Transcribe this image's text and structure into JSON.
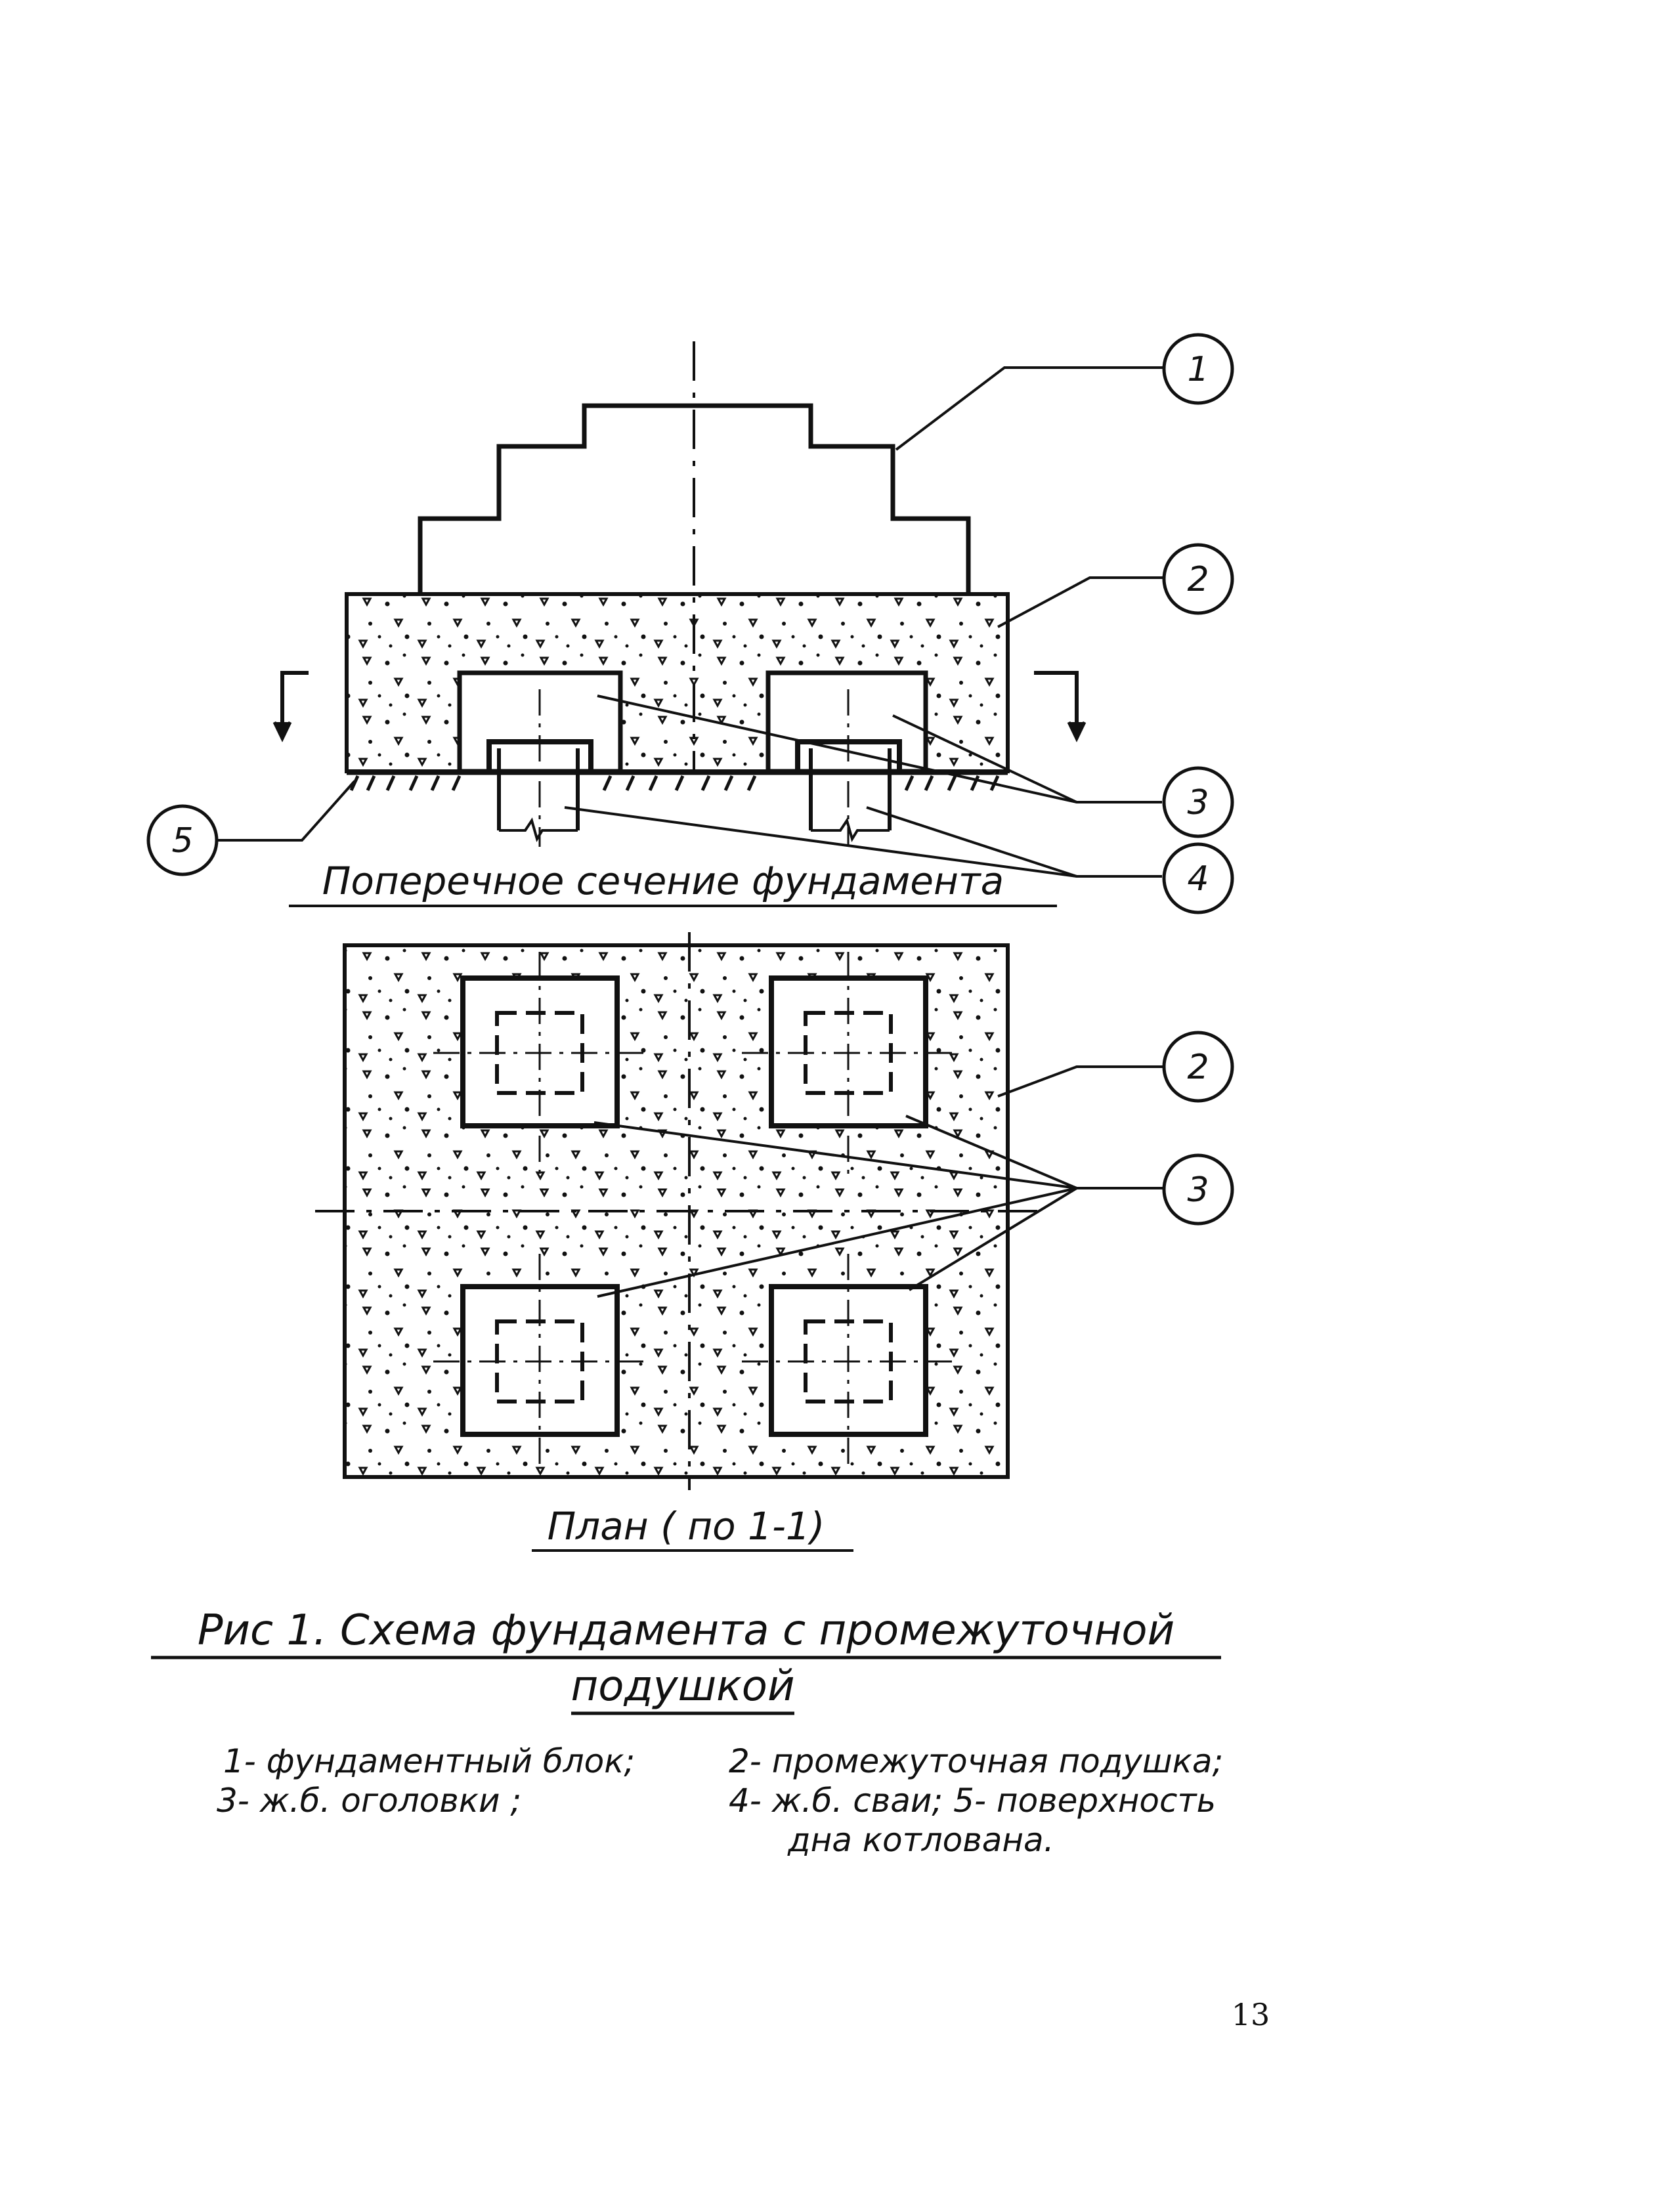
{
  "callouts": {
    "c1": "1",
    "c2_section": "2",
    "c3_section": "3",
    "c4": "4",
    "c5": "5",
    "c2_plan": "2",
    "c3_plan": "3"
  },
  "section_caption": "Поперечное сечение фундамента",
  "plan_caption": "План ( по 1-1)",
  "figure_title": {
    "line1": "Рис 1. Схема фундамента с промежуточной",
    "line2": "подушкой"
  },
  "legend": {
    "item1": "1- фундаментный блок;",
    "item2": "2- промежуточная подушка;",
    "item3": "3- ж.б. оголовки ;",
    "item4": "4- ж.б. сваи; 5- поверхность",
    "item5": "дна котлована."
  },
  "page_number": "13",
  "colors": {
    "ink": "#111111",
    "paper": "#ffffff"
  }
}
